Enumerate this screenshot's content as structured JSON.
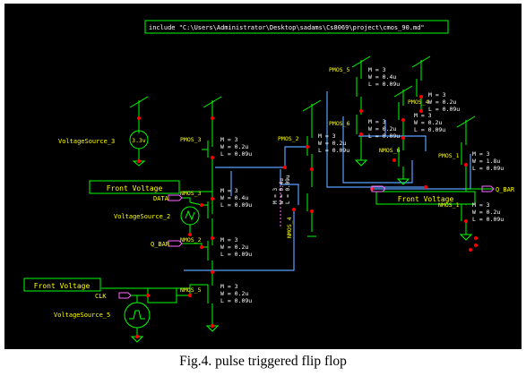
{
  "caption": "Fig.4. pulse triggered flip flop",
  "include_line": "include \"C:\\Users\\Administrator\\Desktop\\sadams\\Cs8069\\project\\cmos_90.md\"",
  "labels": {
    "vsrc3": "VoltageSource_3",
    "vsrc3_value": "3.3v",
    "vsrc2": "VoltageSource_2",
    "vsrc5": "VoltageSource_5",
    "data": "DATA",
    "qbar_in": "Q_BAR",
    "clk": "CLK",
    "qbar_out": "Q_BAR",
    "front_voltage": "Front Voltage",
    "nmos_vert": "NMOS_4"
  },
  "devices": [
    {
      "id": "pmos-3",
      "name": "PMOS_3",
      "m": "M = 3",
      "w": "W = 0.2u",
      "l": "L = 0.09u"
    },
    {
      "id": "nmos-3",
      "name": "NMOS_3",
      "m": "M = 3",
      "w": "W = 0.4u",
      "l": "L = 0.09u"
    },
    {
      "id": "nmos-2",
      "name": "NMOS_2",
      "m": "M = 3",
      "w": "W = 0.2u",
      "l": "L = 0.09u"
    },
    {
      "id": "nmos-5",
      "name": "NMOS_5",
      "m": "M = 3",
      "w": "W = 0.2u",
      "l": "L = 0.09u"
    },
    {
      "id": "pmos-2",
      "name": "PMOS_2",
      "m": "M = 3",
      "w": "W = 0.2u",
      "l": "L = 0.09u"
    },
    {
      "id": "pmos-5",
      "name": "PMOS_5",
      "m": "M = 3",
      "w": "W = 0.4u",
      "l": "L = 0.09u"
    },
    {
      "id": "pmos-6",
      "name": "PMOS_6",
      "m": "M = 3",
      "w": "W = 0.2u",
      "l": "L = 0.09u"
    },
    {
      "id": "pmos-4",
      "name": "PMOS_4",
      "m": "M = 3",
      "w": "W = 0.2u",
      "l": "L = 0.09u"
    },
    {
      "id": "nmos-6",
      "name": "NMOS_6",
      "m": "M = 3",
      "w": "W = 0.2u",
      "l": "L = 0.09u"
    },
    {
      "id": "pmos-1",
      "name": "PMOS_1",
      "m": "M = 3",
      "w": "W = 1.8u",
      "l": "L = 0.09u"
    },
    {
      "id": "nmos-1",
      "name": "NMOS_1",
      "m": "M = 3",
      "w": "W = 0.2u",
      "l": "L = 0.09u"
    }
  ],
  "nmos4_params": [
    "M = 3",
    "W = 0.4u",
    "L = 0.09u"
  ],
  "colors": {
    "background": "#000000",
    "wire": "#00ff00",
    "bus": "#5aa0ff",
    "label": "#ffff00",
    "params": "#ffffff",
    "node": "#ff0000",
    "port": "#ff66ff",
    "box_border": "#00ff00"
  }
}
